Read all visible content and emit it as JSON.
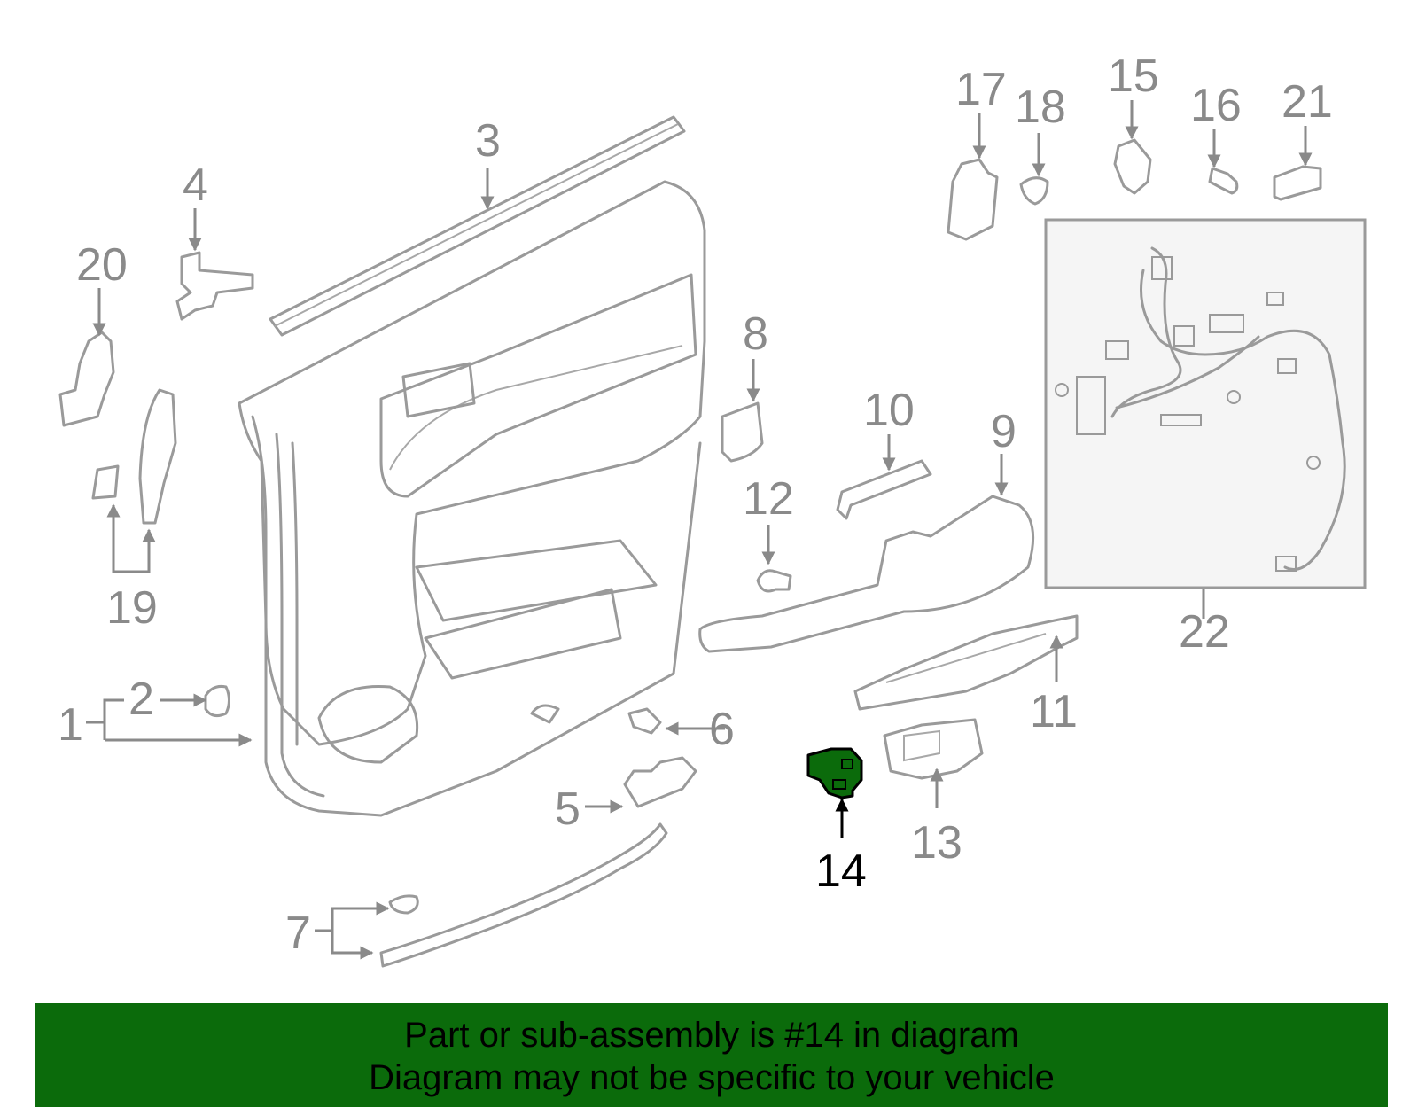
{
  "diagram": {
    "highlight_color": "#0b6b0b",
    "part_color": "#9a9a9a",
    "label_color": "#8a8a8a",
    "callouts": [
      "1",
      "2",
      "3",
      "4",
      "5",
      "6",
      "7",
      "8",
      "9",
      "10",
      "11",
      "12",
      "13",
      "14",
      "15",
      "16",
      "17",
      "18",
      "19",
      "20",
      "21",
      "22"
    ],
    "highlighted": "14"
  },
  "banner": {
    "line1": "Part or sub-assembly is #14 in diagram",
    "line2": "Diagram may not be specific to your vehicle",
    "background": "#0b6b0b"
  }
}
